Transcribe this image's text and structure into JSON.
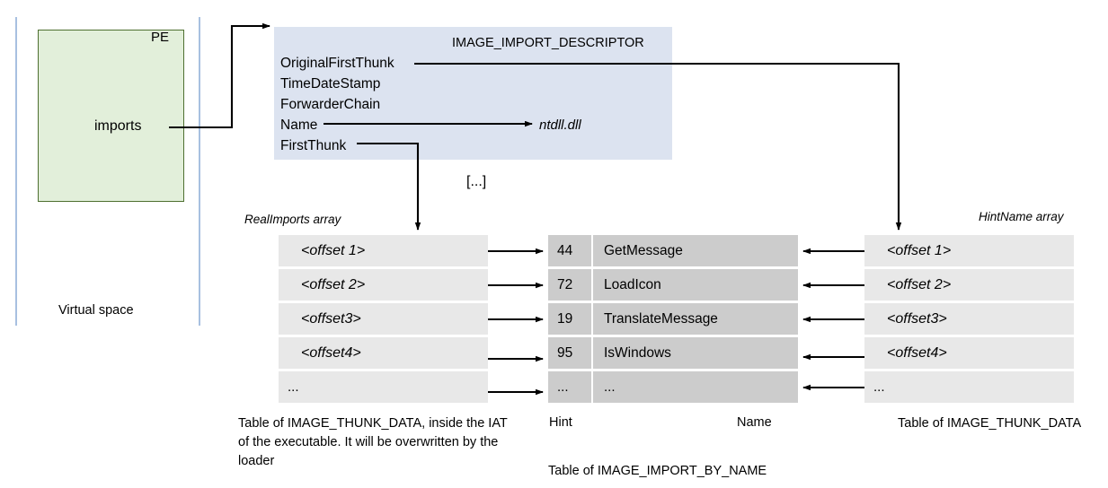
{
  "left_panel": {
    "pe_box_label": "PE",
    "imports_label": "imports",
    "virtual_space_label": "Virtual space"
  },
  "descriptor": {
    "title": "IMAGE_IMPORT_DESCRIPTOR",
    "fields": [
      "OriginalFirstThunk",
      "TimeDateStamp",
      "ForwarderChain",
      "Name",
      "FirstThunk"
    ],
    "dll_name": "ntdll.dll",
    "continuation": "[...]"
  },
  "real_imports_table": {
    "title": "RealImports array",
    "rows": [
      "<offset 1>",
      "<offset 2>",
      "<offset3>",
      "<offset4>",
      "..."
    ],
    "caption": "Table of IMAGE_THUNK_DATA, inside the IAT of the executable. It will be overwritten by the loader"
  },
  "import_by_name_table": {
    "columns": [
      "Hint",
      "Name"
    ],
    "rows": [
      {
        "hint": "44",
        "name": "GetMessage"
      },
      {
        "hint": "72",
        "name": "LoadIcon"
      },
      {
        "hint": "19",
        "name": "TranslateMessage"
      },
      {
        "hint": "95",
        "name": "IsWindows"
      },
      {
        "hint": "...",
        "name": "..."
      }
    ],
    "caption": "Table of IMAGE_IMPORT_BY_NAME"
  },
  "hint_name_table": {
    "title": "HintName array",
    "rows": [
      "<offset 1>",
      "<offset 2>",
      "<offset3>",
      "<offset4>",
      "..."
    ],
    "caption": "Table of IMAGE_THUNK_DATA"
  },
  "colors": {
    "pe_fill": "#e2efda",
    "pe_border": "#4e7030",
    "descriptor_fill": "#dce3f0",
    "vline": "#a8c0e0",
    "row_light": "#e8e8e8",
    "row_dark": "#cccccc",
    "arrow": "#000000"
  }
}
